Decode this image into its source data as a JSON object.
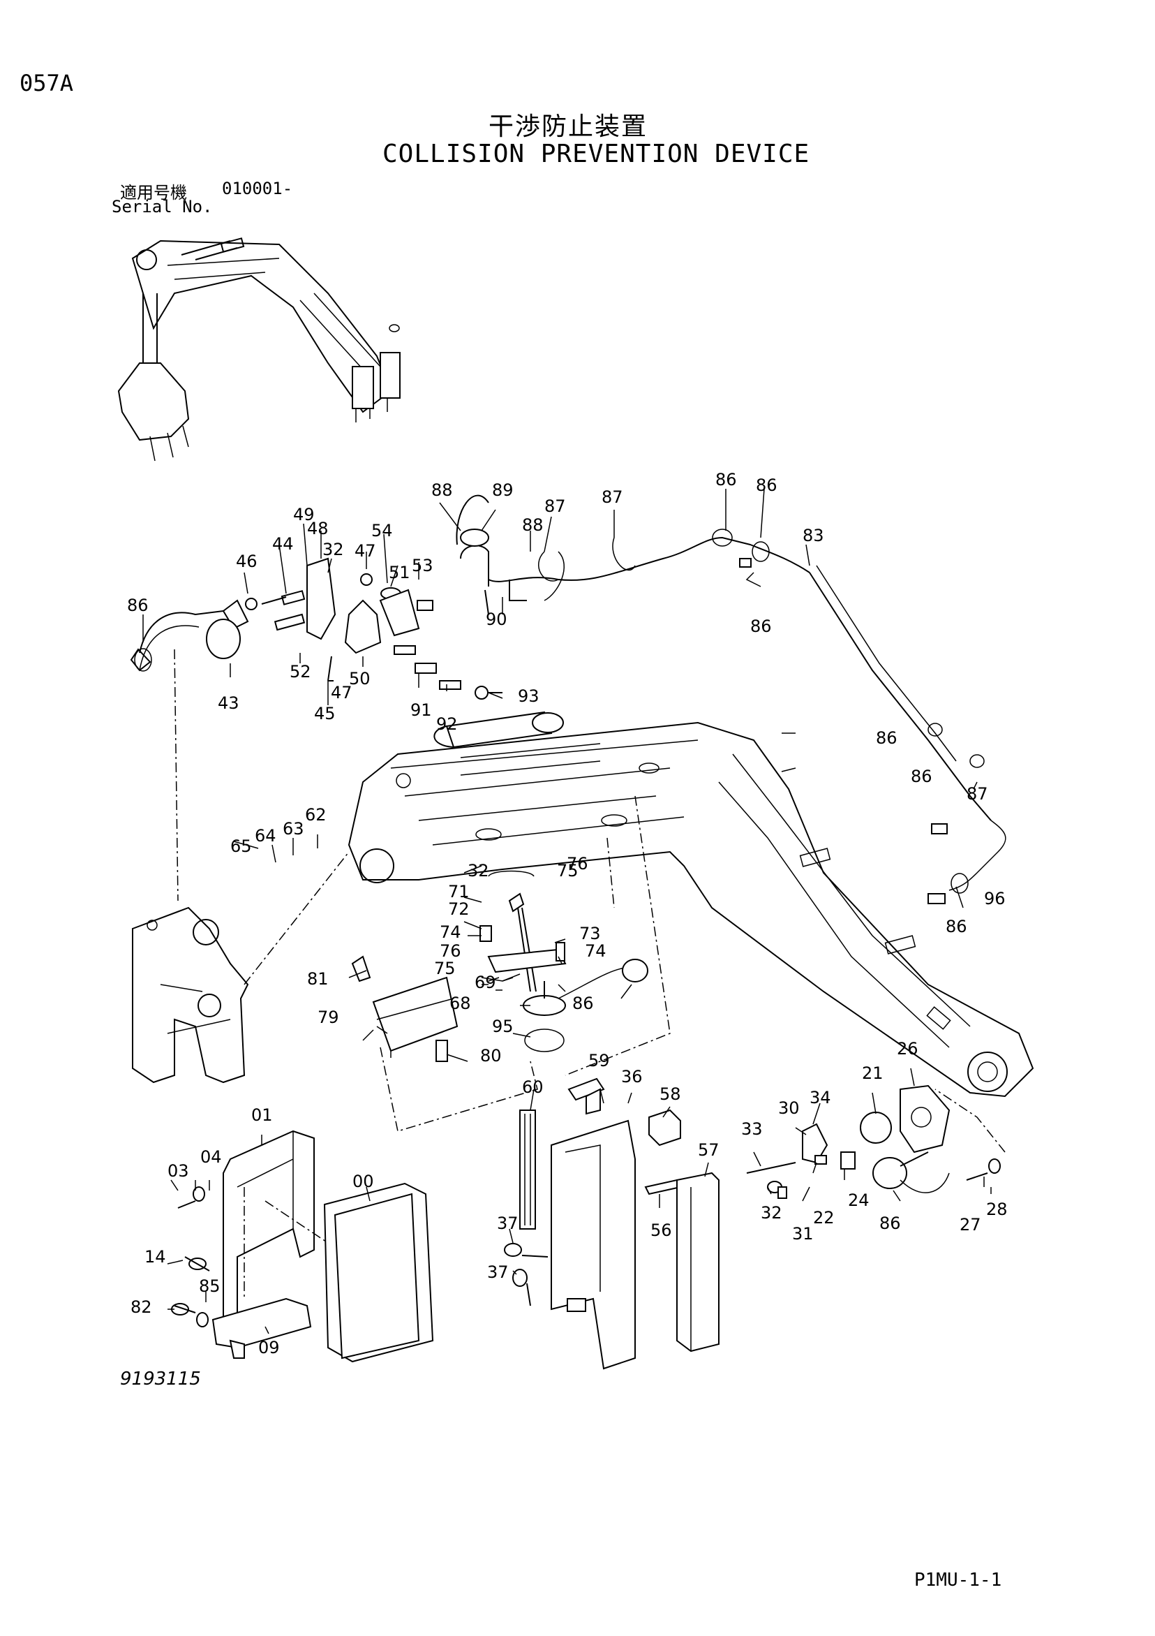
{
  "header": {
    "page_code": "057A",
    "title_jp": "干渉防止装置",
    "title_en": "COLLISION PREVENTION DEVICE",
    "serial_label_jp": "適用号機",
    "serial_value": "010001-",
    "serial_label_en": "Serial No."
  },
  "footer": {
    "drawing_number": "9193115",
    "page_ref": "P1MU-1-1"
  },
  "callouts": [
    "88",
    "89",
    "87",
    "87",
    "86",
    "86",
    "83",
    "88",
    "90",
    "86",
    "49",
    "48",
    "46",
    "44",
    "32",
    "54",
    "47",
    "51",
    "53",
    "86",
    "43",
    "52",
    "47",
    "50",
    "45",
    "91",
    "92",
    "93",
    "86",
    "86",
    "87",
    "65",
    "64",
    "63",
    "62",
    "75",
    "32",
    "76",
    "71",
    "72",
    "74",
    "73",
    "76",
    "74",
    "75",
    "69",
    "68",
    "86",
    "95",
    "81",
    "79",
    "80",
    "96",
    "86",
    "26",
    "21",
    "34",
    "30",
    "33",
    "59",
    "36",
    "60",
    "58",
    "57",
    "01",
    "00",
    "04",
    "03",
    "14",
    "85",
    "82",
    "09",
    "37",
    "37",
    "56",
    "32",
    "22",
    "24",
    "31",
    "86",
    "27",
    "28"
  ]
}
